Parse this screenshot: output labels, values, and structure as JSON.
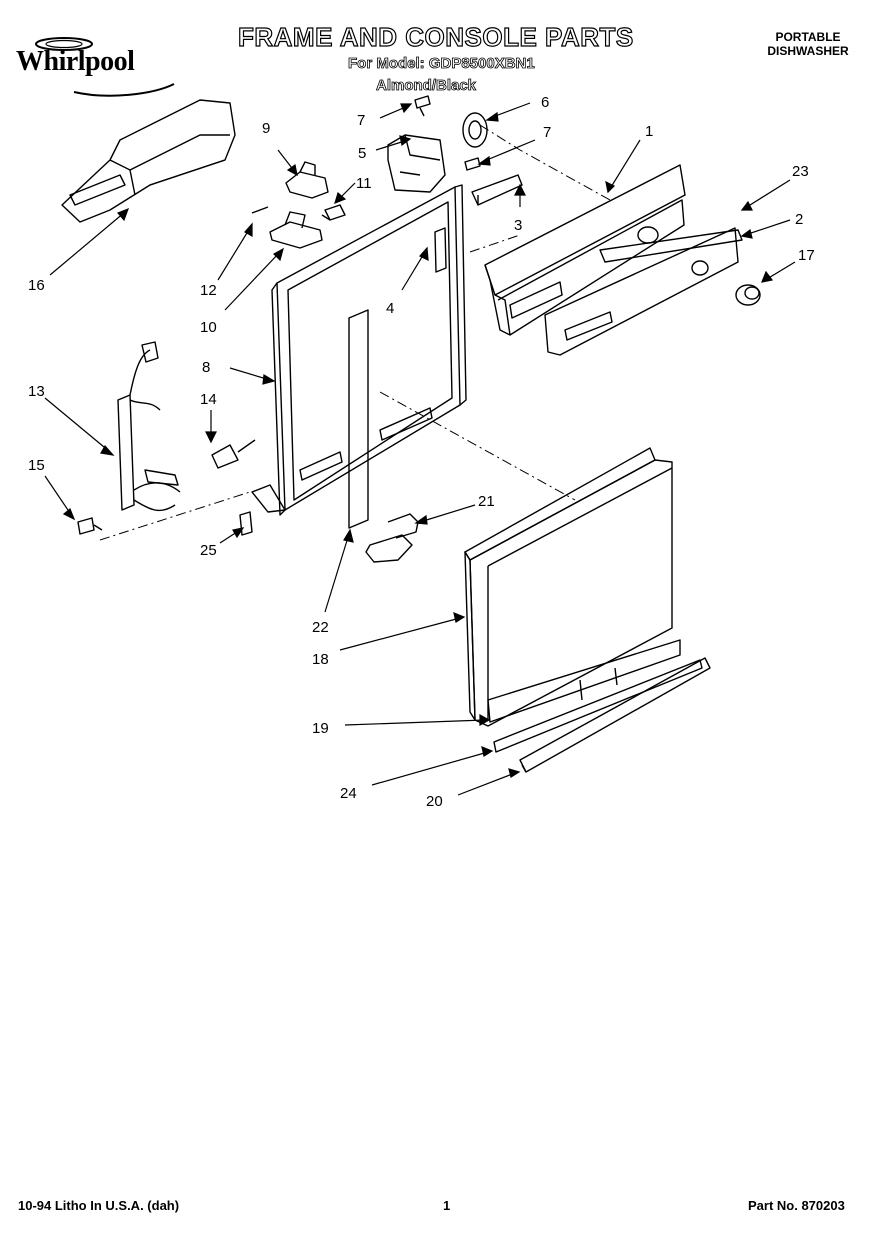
{
  "header": {
    "brand": "Whirlpool",
    "title": "FRAME AND CONSOLE PARTS",
    "model_line": "For Model: GDP8500XBN1",
    "color_line": "Almond/Black",
    "corner_line1": "PORTABLE",
    "corner_line2": "DISHWASHER"
  },
  "footer": {
    "left": "10-94 Litho In U.S.A. (dah)",
    "center": "1",
    "right": "Part No. 870203"
  },
  "callouts": {
    "c1": "1",
    "c2": "2",
    "c3": "3",
    "c4": "4",
    "c5": "5",
    "c6": "6",
    "c7a": "7",
    "c7b": "7",
    "c8": "8",
    "c9": "9",
    "c10": "10",
    "c11": "11",
    "c12": "12",
    "c13": "13",
    "c14": "14",
    "c15": "15",
    "c16": "16",
    "c17": "17",
    "c18": "18",
    "c19": "19",
    "c20": "20",
    "c21": "21",
    "c22": "22",
    "c23": "23",
    "c24": "24",
    "c25": "25"
  }
}
